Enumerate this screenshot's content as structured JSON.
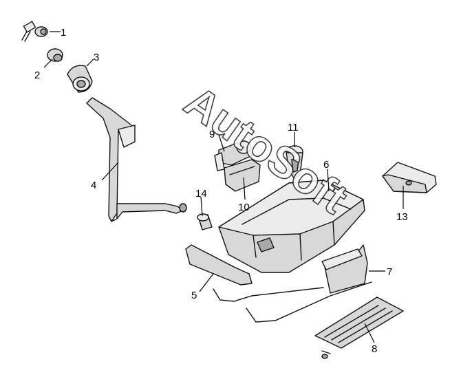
{
  "diagram": {
    "watermark": "AutoSoft",
    "callouts": {
      "c1": "1",
      "c2": "2",
      "c3": "3",
      "c4": "4",
      "c5": "5",
      "c6": "6",
      "c7": "7",
      "c8": "8",
      "c9": "9",
      "c10": "10",
      "c11": "11",
      "c13": "13",
      "c14": "14"
    }
  }
}
